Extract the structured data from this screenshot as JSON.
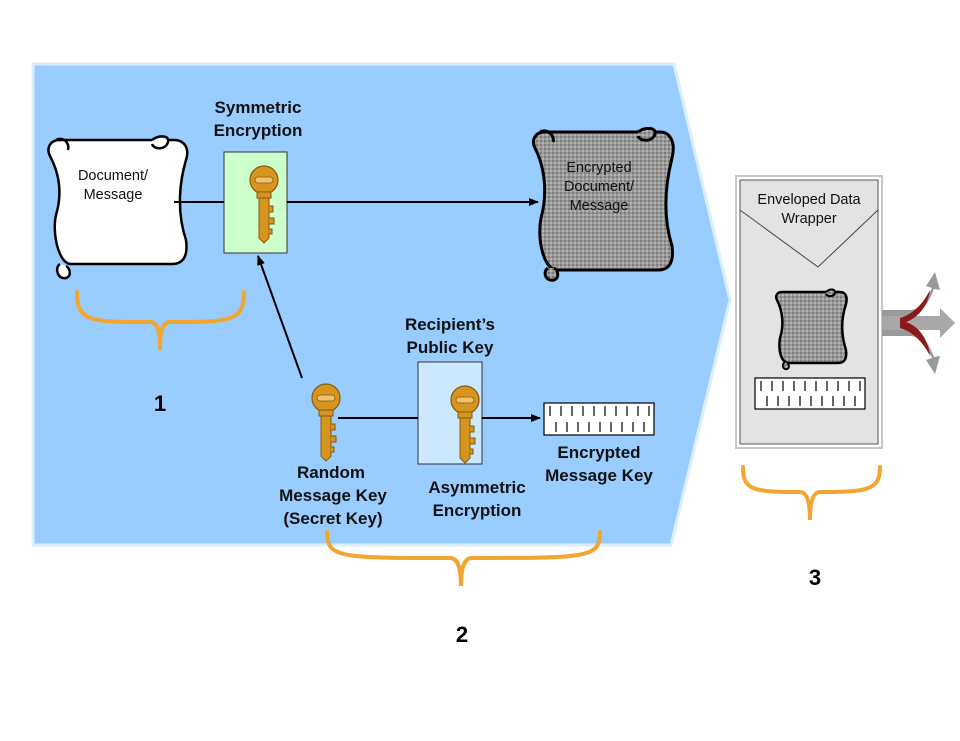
{
  "labels": {
    "document": [
      "Document/",
      "Message"
    ],
    "symmetric": [
      "Symmetric",
      "Encryption"
    ],
    "encrypted_document": [
      "Encrypted",
      "Document/",
      "Message"
    ],
    "recipient_key": [
      "Recipient’s",
      "Public Key"
    ],
    "random_key": [
      "Random",
      "Message Key",
      "(Secret Key)"
    ],
    "asymmetric": [
      "Asymmetric",
      "Encryption"
    ],
    "encrypted_key": [
      "Encrypted",
      "Message Key"
    ],
    "enveloped": [
      "Enveloped Data",
      "Wrapper"
    ]
  },
  "steps": [
    "1",
    "2",
    "3"
  ],
  "colors": {
    "panel": "#99CCFF",
    "brace": "#F2A530",
    "key": "#D6951F",
    "sym_box": "#CCFFCC",
    "asym_box": "#CCE8FF",
    "wrapper": "#E3E3E3",
    "scroll_dark": "#8A8A8A",
    "arrow_red": "#8B1A1A"
  }
}
